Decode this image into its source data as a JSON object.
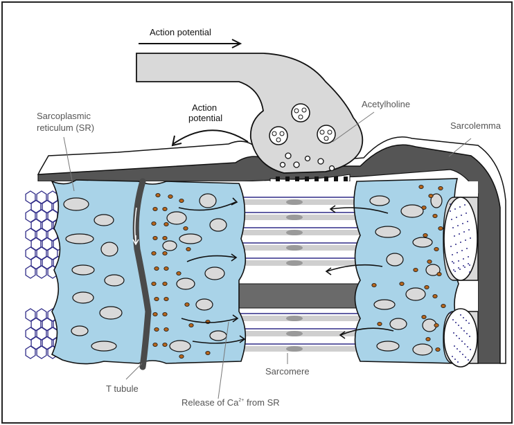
{
  "labels": {
    "action_potential_top": "Action potential",
    "action_potential_mid_1": "Action",
    "action_potential_mid_2": "potential",
    "acetylcholine": "Acetylholine",
    "sarcoplasmic_reticulum_1": "Sarcoplasmic",
    "sarcoplasmic_reticulum_2": "reticulum (SR)",
    "sarcolemma": "Sarcolemma",
    "sarcomere": "Sarcomere",
    "t_tubule": "T tubule",
    "release_ca_prefix": "Release of Ca",
    "release_ca_superscript": "2+",
    "release_ca_suffix": " from SR"
  },
  "colors": {
    "sr_fill": "#a9d3e8",
    "outline": "#111111",
    "membrane_grey": "#d9d9d9",
    "dark_grey": "#555555",
    "myofibril_line": "#2e2a87",
    "calcium_dot": "#b5651d"
  }
}
